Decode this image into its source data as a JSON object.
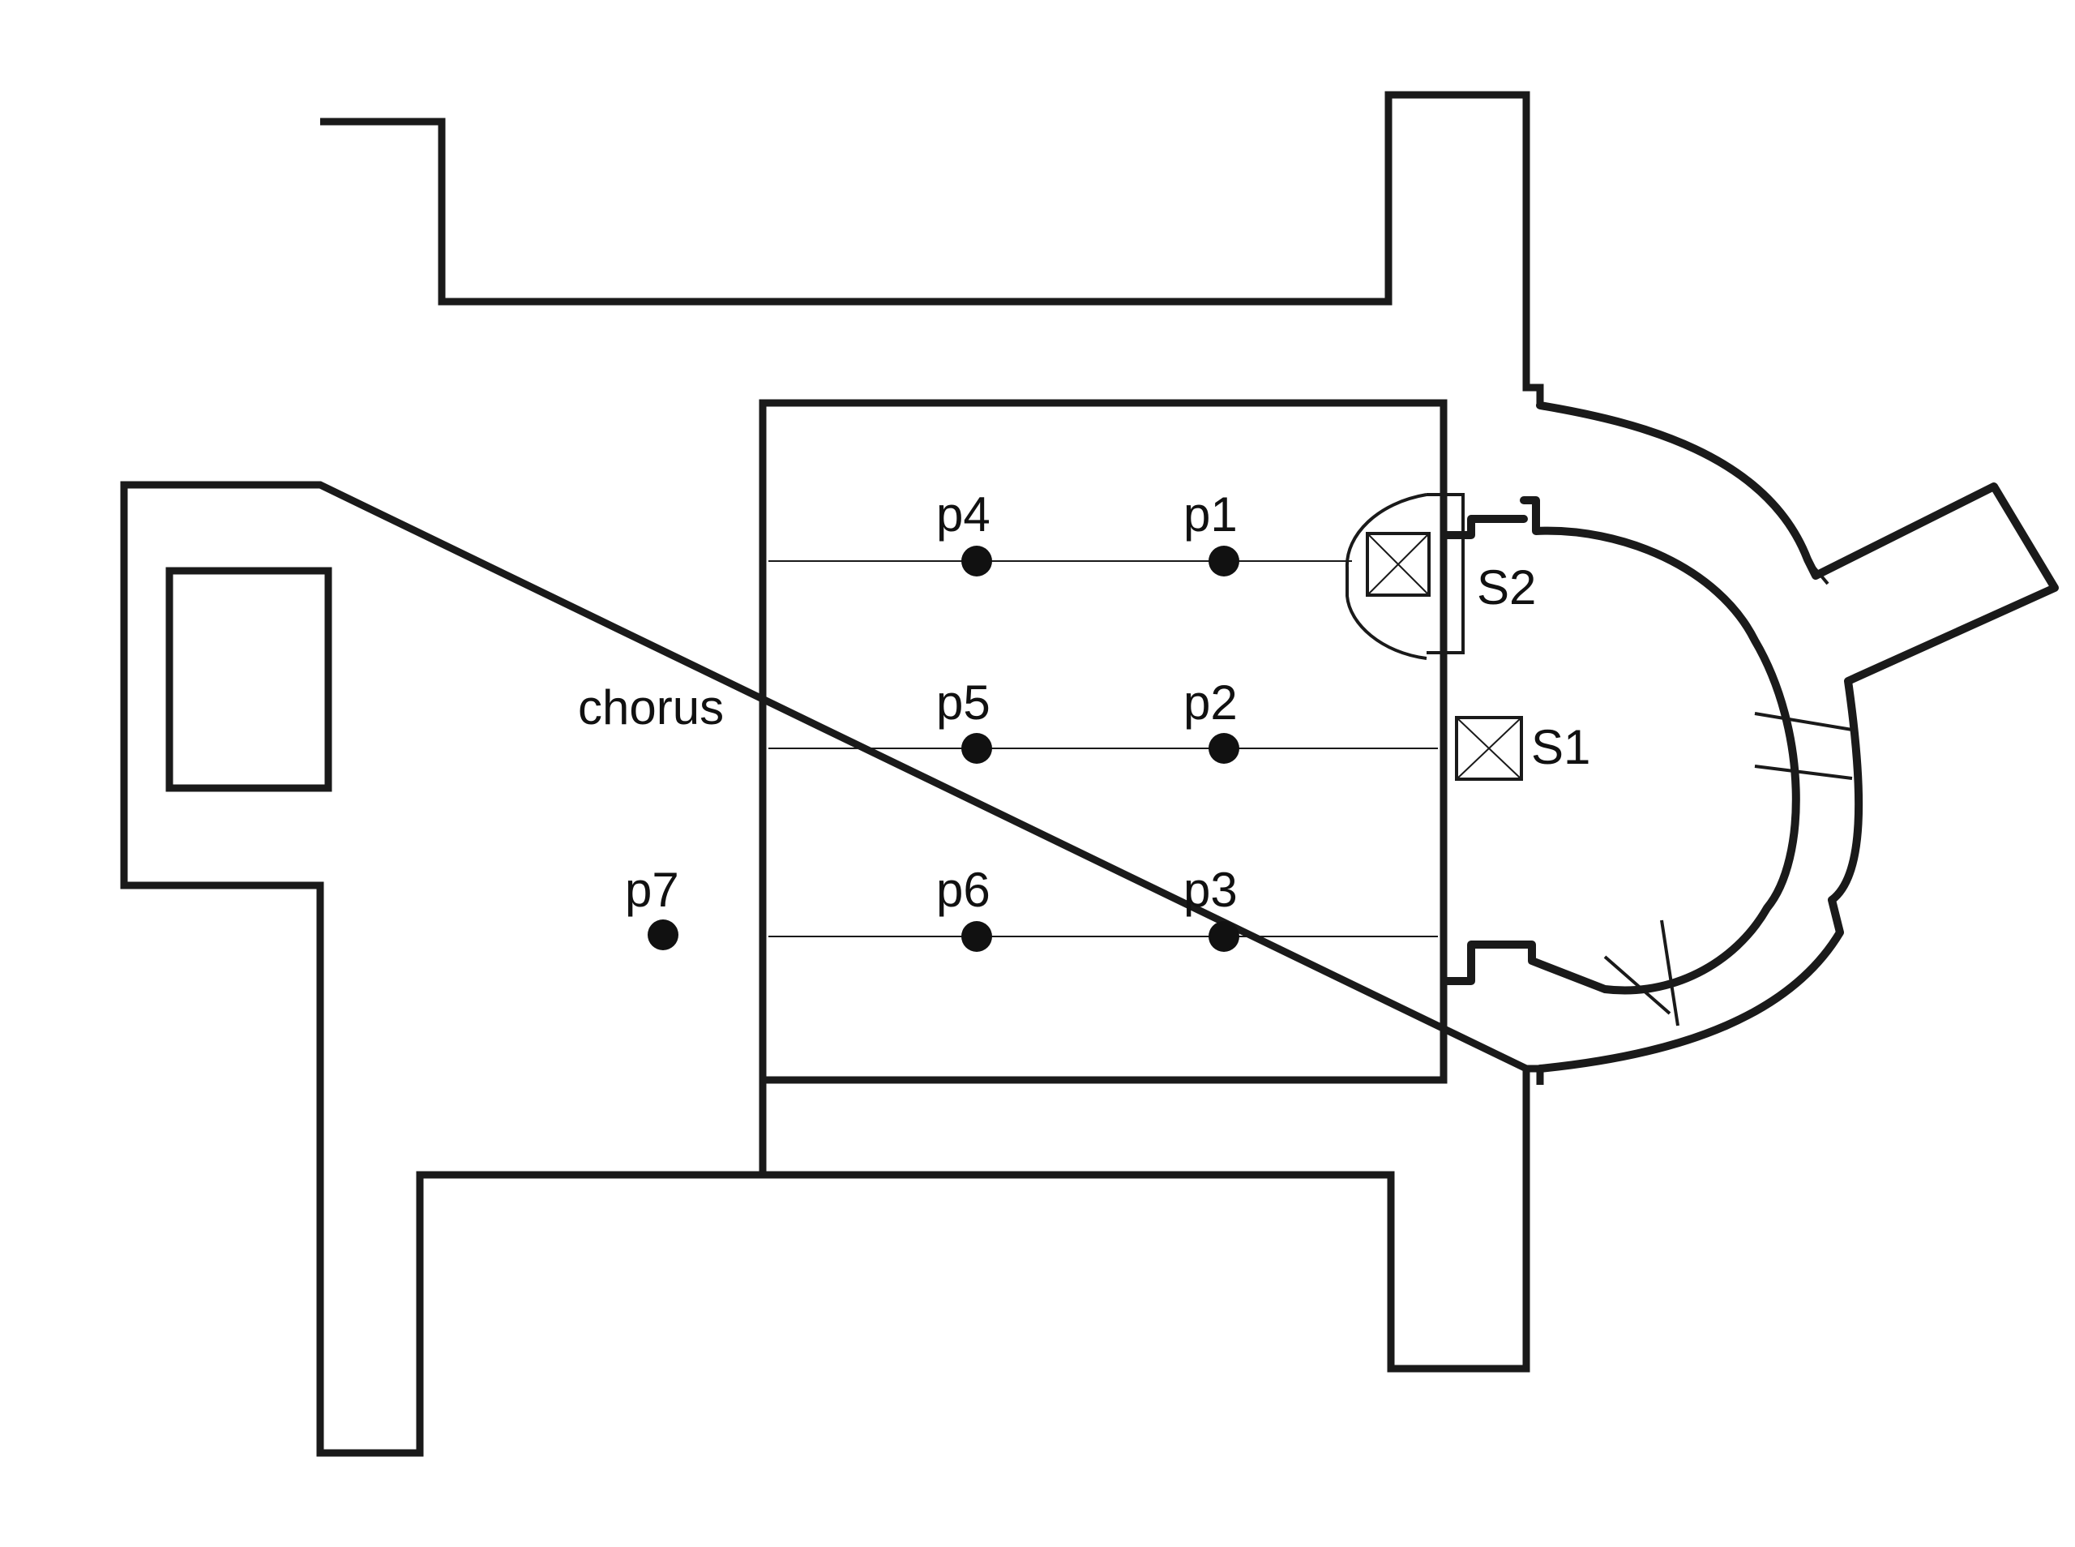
{
  "figure": {
    "room_label": "chorus",
    "sources": [
      {
        "id": "s2",
        "label": "S2"
      },
      {
        "id": "s1",
        "label": "S1"
      }
    ],
    "receivers": [
      {
        "id": "p1",
        "label": "p1"
      },
      {
        "id": "p2",
        "label": "p2"
      },
      {
        "id": "p3",
        "label": "p3"
      },
      {
        "id": "p4",
        "label": "p4"
      },
      {
        "id": "p5",
        "label": "p5"
      },
      {
        "id": "p6",
        "label": "p6"
      },
      {
        "id": "p7",
        "label": "p7"
      }
    ]
  }
}
